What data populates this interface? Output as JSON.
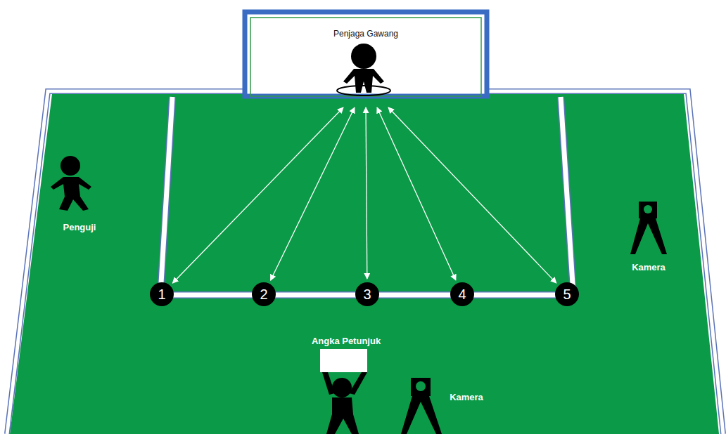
{
  "diagram": {
    "nodes": [
      {
        "text": [
          "Penjaga Gawang"
        ]
      },
      {
        "text": [
          "1"
        ]
      },
      {
        "text": [
          "2"
        ]
      },
      {
        "text": [
          "3"
        ]
      },
      {
        "text": [
          "4"
        ]
      },
      {
        "text": [
          "5"
        ]
      }
    ],
    "edges": [
      {
        "from": 0,
        "to": 1,
        "arrow": "both"
      },
      {
        "from": 0,
        "to": 2,
        "arrow": "both"
      },
      {
        "from": 0,
        "to": 3,
        "arrow": "both"
      },
      {
        "from": 0,
        "to": 4,
        "arrow": "both"
      },
      {
        "from": 0,
        "to": 5,
        "arrow": "both"
      }
    ],
    "labels": [
      "Penguji",
      "Kamera",
      "Angka Petunjuk",
      "Kamera"
    ]
  }
}
